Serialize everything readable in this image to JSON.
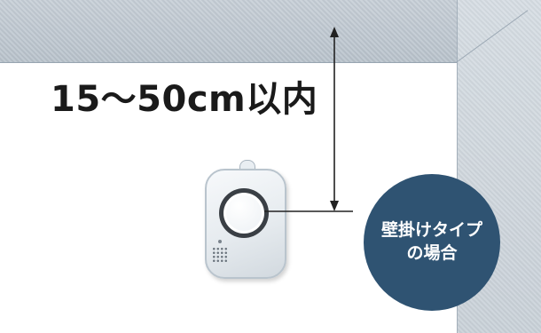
{
  "measurement": {
    "label": "15～50cm以内"
  },
  "badge": {
    "line1": "壁掛けタイプ",
    "line2": "の場合",
    "color": "#2f5372"
  },
  "colors": {
    "ceiling": "#bcc6cf",
    "wall": "#ffffff",
    "text": "#1a1a1a",
    "guide_line": "#222222"
  },
  "icons": {
    "detector": "wall-mounted-alarm-icon",
    "arrow": "double-headed-arrow-icon"
  }
}
